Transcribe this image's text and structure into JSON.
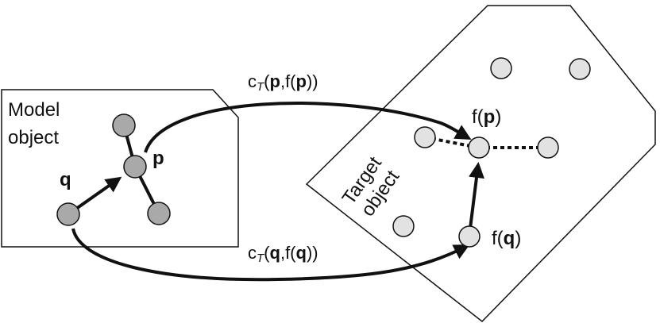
{
  "colors": {
    "stroke": "#111111",
    "model_node_fill": "#a9a9a9",
    "target_node_fill": "#e2e2e2",
    "background": "#ffffff"
  },
  "model": {
    "title_line1": "Model",
    "title_line2": "object",
    "label_p": "p",
    "label_q": "q"
  },
  "target": {
    "title_line1": "Target",
    "title_line2": "object",
    "label_fp_prefix": "f(",
    "label_fp_var": "p",
    "label_fp_suffix": ")",
    "label_fq_prefix": "f(",
    "label_fq_var": "q",
    "label_fq_suffix": ")"
  },
  "edges": {
    "top": {
      "c": "c",
      "sub": "T",
      "open": "(",
      "var1": "p",
      "mid": ",f(",
      "var2": "p",
      "close": "))"
    },
    "bottom": {
      "c": "c",
      "sub": "T",
      "open": "(",
      "var1": "q",
      "mid": ",f(",
      "var2": "q",
      "close": "))"
    }
  }
}
